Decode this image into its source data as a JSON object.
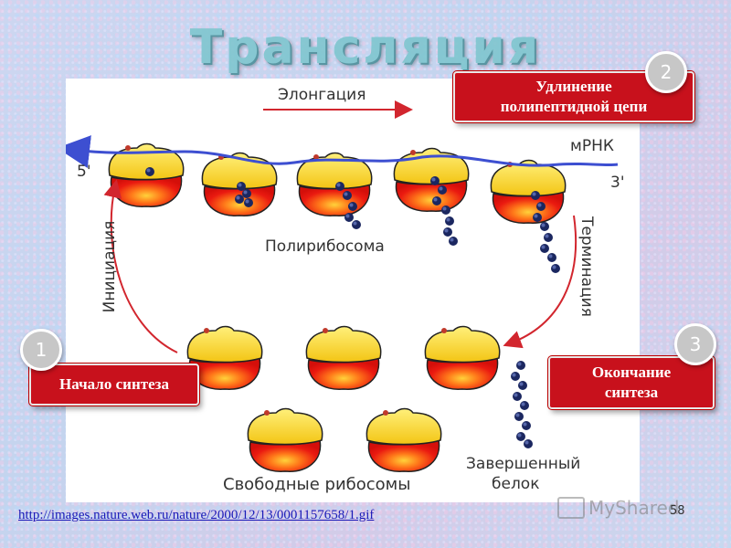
{
  "slide": {
    "title": "Трансляция",
    "page_number": "58"
  },
  "diagram": {
    "elongation_label": "Элонгация",
    "mrna_label": "мРНК",
    "five_prime": "5'",
    "three_prime": "3'",
    "polyribosome_label": "Полирибосома",
    "initiation_label": "Инициация",
    "termination_label": "Терминация",
    "free_ribosomes_label": "Свободные рибосомы",
    "finished_protein_line1": "Завершенный",
    "finished_protein_line2": "белок"
  },
  "callouts": {
    "start": {
      "number": "1",
      "text": "Начало синтеза"
    },
    "elongation": {
      "number": "2",
      "line1": "Удлинение",
      "line2": "полипептидной цепи"
    },
    "end": {
      "number": "3",
      "line1": "Окончание",
      "line2": "синтеза"
    }
  },
  "source_link": "http://images.nature.web.ru/nature/2000/12/13/0001157658/1.gif",
  "watermark": "MyShared",
  "colors": {
    "ribosome_large": "#e8160f",
    "ribosome_small": "#f7d21a",
    "mrna": "#3d4fd1",
    "polypeptide": "#1b2760",
    "arrow": "#d2262e",
    "callout": "#c8111c"
  }
}
